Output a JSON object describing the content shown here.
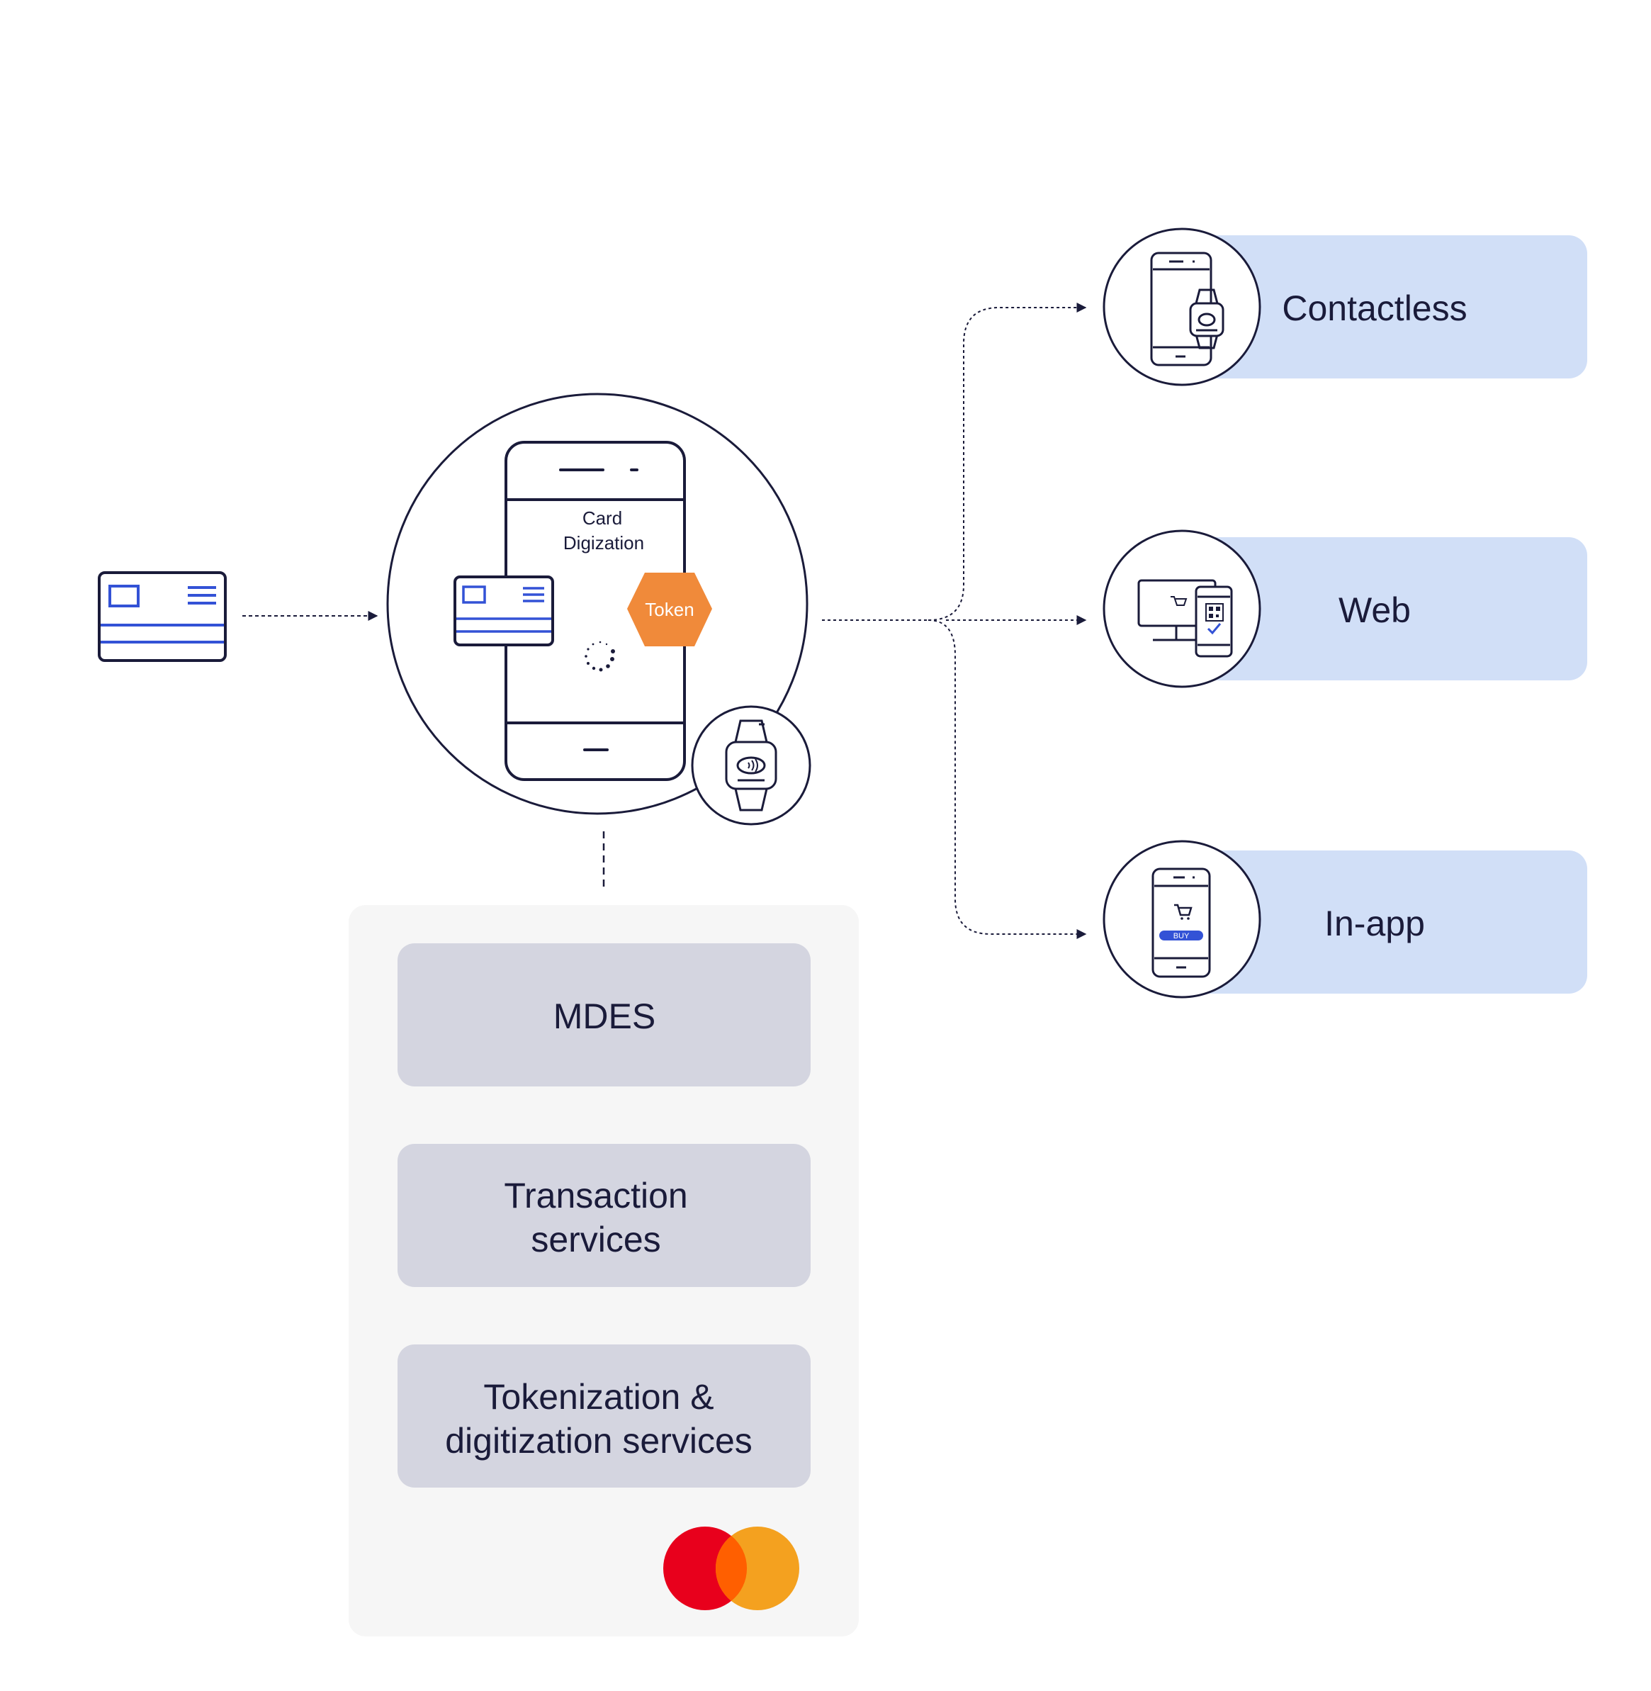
{
  "phone": {
    "title_line1": "Card",
    "title_line2": "Digization",
    "token_badge": "Token"
  },
  "channels": [
    {
      "label": "Contactless",
      "icon": "phone-and-watch-icon"
    },
    {
      "label": "Web",
      "icon": "desktop-and-qr-phone-icon"
    },
    {
      "label": "In-app",
      "icon": "phone-buy-cart-icon",
      "button_text": "BUY"
    }
  ],
  "services": {
    "items": [
      {
        "line1": "MDES",
        "line2": ""
      },
      {
        "line1": "Transaction",
        "line2": "services"
      },
      {
        "line1": "Tokenization &",
        "line2": "digitization services"
      }
    ]
  },
  "colors": {
    "ink": "#1a1b3a",
    "card_blue": "#3352d6",
    "channel_bg": "#d1dff7",
    "service_bg": "#d4d5e0",
    "panel_bg": "#f6f6f6",
    "token_orange": "#f08a3a",
    "mc_red": "#e8001c",
    "mc_orange": "#f4a11f",
    "mc_overlap": "#ff5f00"
  },
  "icons": [
    "credit-card-icon",
    "phone-icon",
    "watch-icon",
    "spinner-icon",
    "mastercard-logo"
  ]
}
